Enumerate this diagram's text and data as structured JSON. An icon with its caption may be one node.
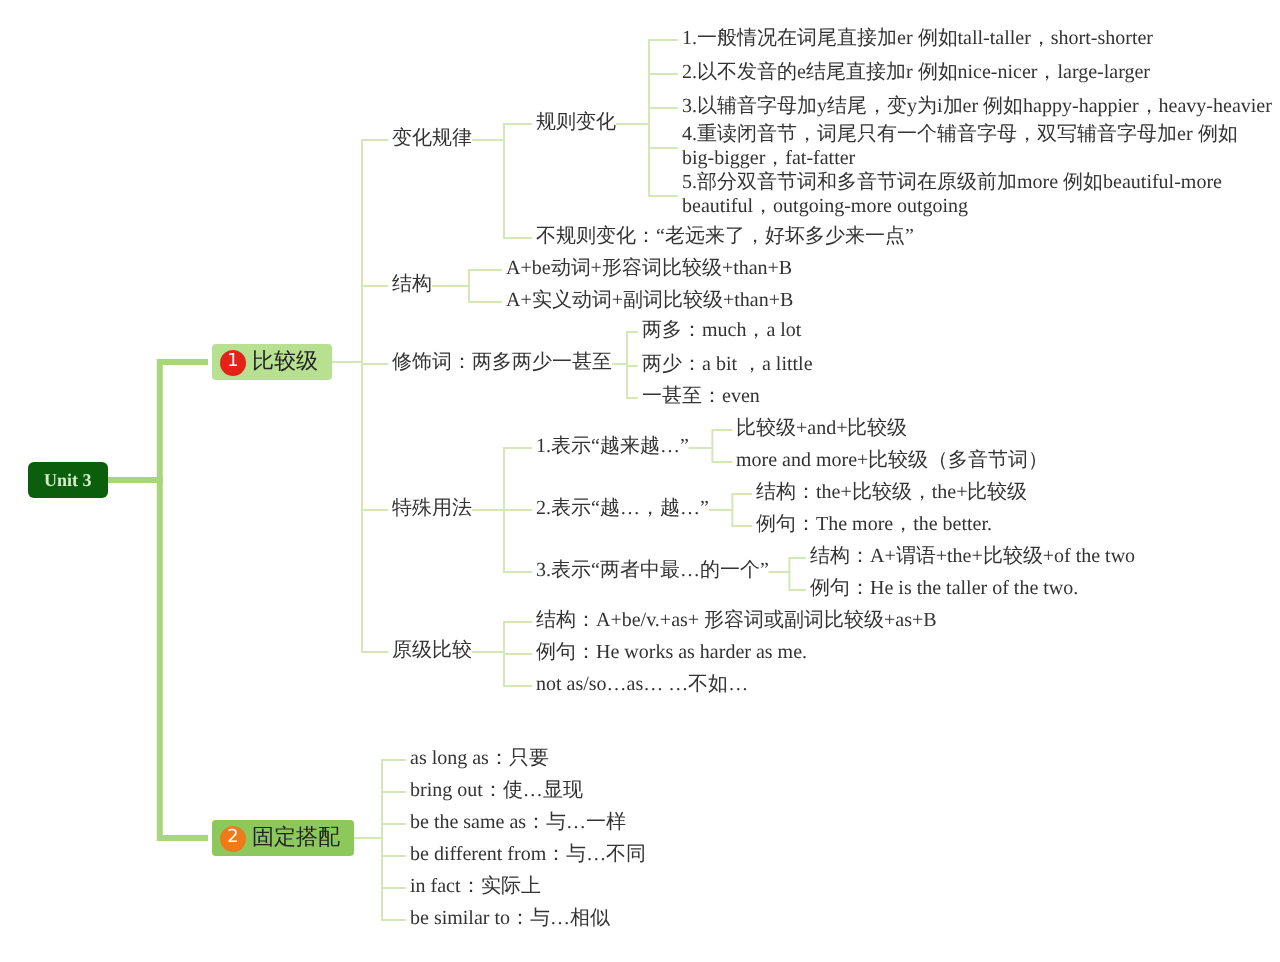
{
  "diagram": {
    "nodes": [
      {
        "text": [
          "Unit 3"
        ]
      },
      {
        "text": [
          "1",
          "比较级"
        ]
      },
      {
        "text": [
          "2",
          "固定搭配"
        ]
      },
      {
        "text": [
          "变化规律"
        ]
      },
      {
        "text": [
          "规则变化"
        ]
      },
      {
        "text": [
          "1.一般情况在词尾直接加er 例如tall-taller，short-shorter"
        ]
      },
      {
        "text": [
          "2.以不发音的e结尾直接加r 例如nice-nicer，large-larger"
        ]
      },
      {
        "text": [
          "3.以辅音字母加y结尾，变y为i加er 例如happy-happier，heavy-heavier"
        ]
      },
      {
        "text": [
          "4.重读闭音节，词尾只有一个辅音字母，双写辅音字母加er 例如big-bigger，fat-fatter"
        ]
      },
      {
        "text": [
          "5.部分双音节词和多音节词在原级前加more 例如beautiful-more beautiful，outgoing-more outgoing"
        ]
      },
      {
        "text": [
          "不规则变化：“老远来了，好坏多少来一点”"
        ]
      },
      {
        "text": [
          "结构"
        ]
      },
      {
        "text": [
          "A+be动词+形容词比较级+than+B"
        ]
      },
      {
        "text": [
          "A+实义动词+副词比较级+than+B"
        ]
      },
      {
        "text": [
          "修饰词：两多两少一甚至"
        ]
      },
      {
        "text": [
          "两多：much，a lot"
        ]
      },
      {
        "text": [
          "两少：a bit ，a little"
        ]
      },
      {
        "text": [
          "一甚至：even"
        ]
      },
      {
        "text": [
          "特殊用法"
        ]
      },
      {
        "text": [
          "1.表示“越来越…”"
        ]
      },
      {
        "text": [
          "比较级+and+比较级"
        ]
      },
      {
        "text": [
          "more and more+比较级（多音节词）"
        ]
      },
      {
        "text": [
          "2.表示“越…，越…”"
        ]
      },
      {
        "text": [
          "结构：the+比较级，the+比较级"
        ]
      },
      {
        "text": [
          "例句：The more，the better."
        ]
      },
      {
        "text": [
          "3.表示“两者中最…的一个”"
        ]
      },
      {
        "text": [
          "结构：A+谓语+the+比较级+of the two"
        ]
      },
      {
        "text": [
          "例句：He is the taller of the two."
        ]
      },
      {
        "text": [
          "原级比较"
        ]
      },
      {
        "text": [
          "结构：A+be/v.+as+ 形容词或副词比较级+as+B"
        ]
      },
      {
        "text": [
          "例句：He works as harder as me."
        ]
      },
      {
        "text": [
          "not as/so…as… …不如…"
        ]
      },
      {
        "text": [
          "as long as：只要"
        ]
      },
      {
        "text": [
          "bring out：使…显现"
        ]
      },
      {
        "text": [
          "be the same as：与…一样"
        ]
      },
      {
        "text": [
          "be different from：与…不同"
        ]
      },
      {
        "text": [
          "in fact：实际上"
        ]
      },
      {
        "text": [
          "be similar to：与…相似"
        ]
      }
    ],
    "edges": [
      {
        "from": 0,
        "to": 1,
        "arrow": "none",
        "style": "thick",
        "color": "#a8d67c"
      },
      {
        "from": 0,
        "to": 2,
        "arrow": "none",
        "style": "thick",
        "color": "#a8d67c"
      },
      {
        "from": 1,
        "to": 3,
        "arrow": "none"
      },
      {
        "from": 1,
        "to": 11,
        "arrow": "none"
      },
      {
        "from": 1,
        "to": 14,
        "arrow": "none"
      },
      {
        "from": 1,
        "to": 18,
        "arrow": "none"
      },
      {
        "from": 1,
        "to": 28,
        "arrow": "none"
      },
      {
        "from": 3,
        "to": 4,
        "arrow": "none"
      },
      {
        "from": 3,
        "to": 10,
        "arrow": "none"
      },
      {
        "from": 4,
        "to": 5,
        "arrow": "none"
      },
      {
        "from": 4,
        "to": 6,
        "arrow": "none"
      },
      {
        "from": 4,
        "to": 7,
        "arrow": "none"
      },
      {
        "from": 4,
        "to": 8,
        "arrow": "none"
      },
      {
        "from": 4,
        "to": 9,
        "arrow": "none"
      },
      {
        "from": 11,
        "to": 12,
        "arrow": "none"
      },
      {
        "from": 11,
        "to": 13,
        "arrow": "none"
      },
      {
        "from": 14,
        "to": 15,
        "arrow": "none"
      },
      {
        "from": 14,
        "to": 16,
        "arrow": "none"
      },
      {
        "from": 14,
        "to": 17,
        "arrow": "none"
      },
      {
        "from": 18,
        "to": 19,
        "arrow": "none"
      },
      {
        "from": 18,
        "to": 22,
        "arrow": "none"
      },
      {
        "from": 18,
        "to": 25,
        "arrow": "none"
      },
      {
        "from": 19,
        "to": 20,
        "arrow": "none"
      },
      {
        "from": 19,
        "to": 21,
        "arrow": "none"
      },
      {
        "from": 22,
        "to": 23,
        "arrow": "none"
      },
      {
        "from": 22,
        "to": 24,
        "arrow": "none"
      },
      {
        "from": 25,
        "to": 26,
        "arrow": "none"
      },
      {
        "from": 25,
        "to": 27,
        "arrow": "none"
      },
      {
        "from": 28,
        "to": 29,
        "arrow": "none"
      },
      {
        "from": 28,
        "to": 30,
        "arrow": "none"
      },
      {
        "from": 28,
        "to": 31,
        "arrow": "none"
      },
      {
        "from": 2,
        "to": 32,
        "arrow": "none"
      },
      {
        "from": 2,
        "to": 33,
        "arrow": "none"
      },
      {
        "from": 2,
        "to": 34,
        "arrow": "none"
      },
      {
        "from": 2,
        "to": 35,
        "arrow": "none"
      },
      {
        "from": 2,
        "to": 36,
        "arrow": "none"
      },
      {
        "from": 2,
        "to": 37,
        "arrow": "none"
      }
    ]
  }
}
